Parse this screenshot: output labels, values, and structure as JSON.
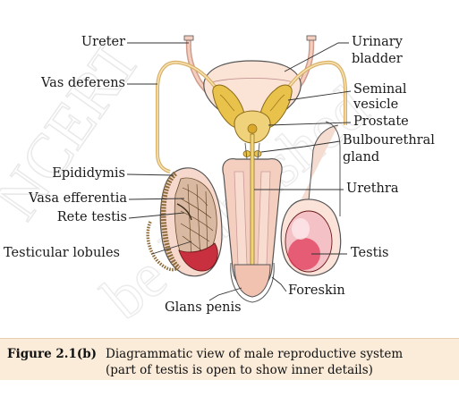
{
  "labels": {
    "ureter": "Ureter",
    "vas_deferens": "Vas deferens",
    "urinary_bladder_1": "Urinary",
    "urinary_bladder_2": "bladder",
    "seminal_vesicle_1": "Seminal",
    "seminal_vesicle_2": "vesicle",
    "prostate": "Prostate",
    "bulbourethral_1": "Bulbourethral",
    "bulbourethral_2": "gland",
    "epididymis": "Epididymis",
    "vasa_efferentia": "Vasa efferentia",
    "rete_testis": "Rete testis",
    "testicular_lobules": "Testicular lobules",
    "urethra": "Urethra",
    "testis": "Testis",
    "foreskin": "Foreskin",
    "glans_penis": "Glans penis"
  },
  "caption": {
    "figure_number": "Figure 2.1(b)",
    "line1": "Diagrammatic view of male reproductive system",
    "line2": "(part of testis is open to show inner details)"
  },
  "watermark": {
    "line1": "NCERT",
    "line2": "be Published"
  },
  "colors": {
    "caption_bg": "#fbecd9",
    "tissue_pink": "#f4cfc0",
    "gland_yellow": "#e8c24a",
    "testis_red": "#d63a4a",
    "line": "#333333"
  }
}
